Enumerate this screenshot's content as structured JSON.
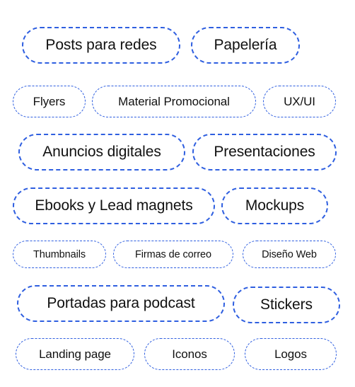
{
  "tags": [
    {
      "label": "Posts para redes"
    },
    {
      "label": "Papelería"
    },
    {
      "label": "Flyers"
    },
    {
      "label": "Material Promocional"
    },
    {
      "label": "UX/UI"
    },
    {
      "label": "Anuncios digitales"
    },
    {
      "label": "Presentaciones"
    },
    {
      "label": "Ebooks y Lead magnets"
    },
    {
      "label": "Mockups"
    },
    {
      "label": "Thumbnails"
    },
    {
      "label": "Firmas de correo"
    },
    {
      "label": "Diseño Web"
    },
    {
      "label": "Portadas para podcast"
    },
    {
      "label": "Stickers"
    },
    {
      "label": "Landing page"
    },
    {
      "label": "Iconos"
    },
    {
      "label": "Logos"
    }
  ],
  "colors": {
    "border": "#2f5fe0",
    "text": "#111111",
    "background": "#ffffff"
  }
}
